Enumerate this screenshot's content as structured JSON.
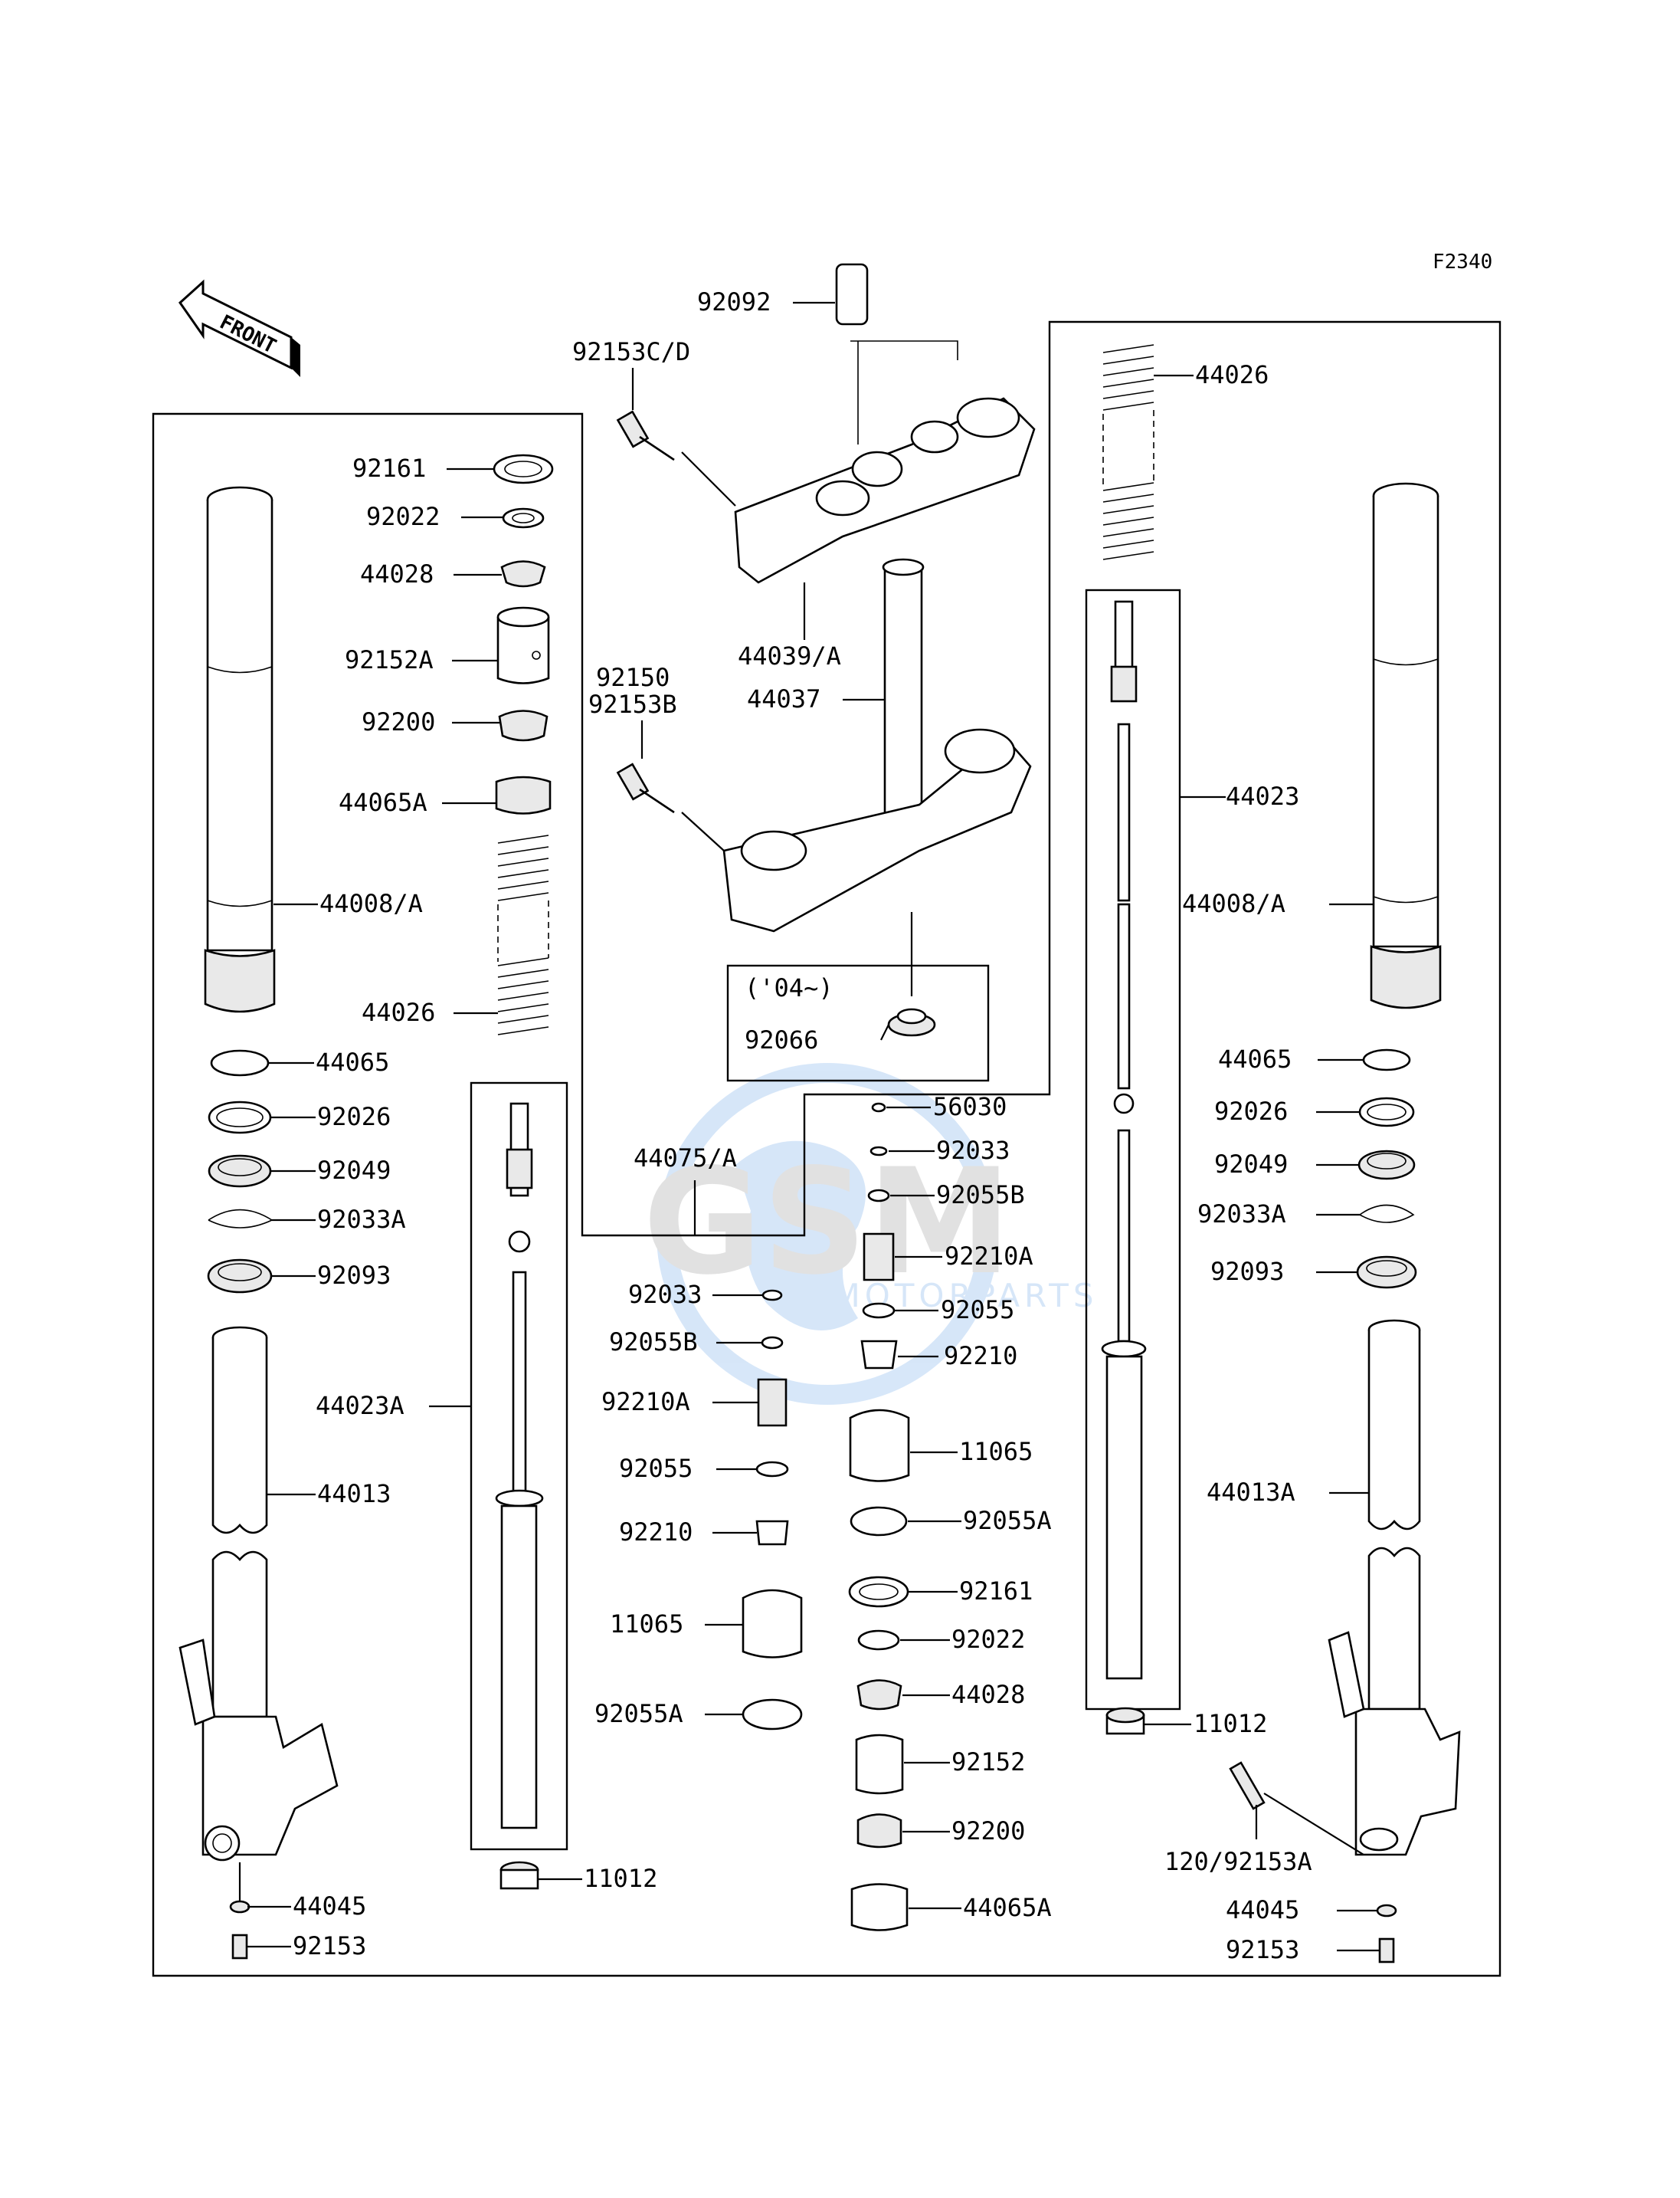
{
  "diagram_code": "F2340",
  "front_arrow_text": "FRONT",
  "watermark": {
    "brand": "GSM",
    "sub": "MOTORPARTS",
    "color_blue": "#4a90e2",
    "color_gray": "#7a7a7a"
  },
  "variant_note": "('04~)",
  "parts": [
    "92092",
    "92153C/D",
    "44026",
    "92161",
    "92022",
    "44028",
    "92152A",
    "92200",
    "44065A",
    "44008/A",
    "44039/A",
    "92150",
    "92153B",
    "44037",
    "44023",
    "44008/A",
    "44026",
    "92066",
    "44065",
    "92026",
    "92049",
    "92033A",
    "92093",
    "56030",
    "92033",
    "92055B",
    "92210A",
    "92055",
    "92210",
    "44075/A",
    "44065",
    "92026",
    "92049",
    "92033A",
    "92093",
    "92033",
    "92055B",
    "92210A",
    "92055",
    "92210",
    "11065",
    "92055A",
    "44023A",
    "44013",
    "44013A",
    "11065",
    "92055A",
    "92161",
    "92022",
    "44028",
    "92152",
    "92200",
    "44065A",
    "11012",
    "11012",
    "120/92153A",
    "44045",
    "92153",
    "44045",
    "92153"
  ]
}
